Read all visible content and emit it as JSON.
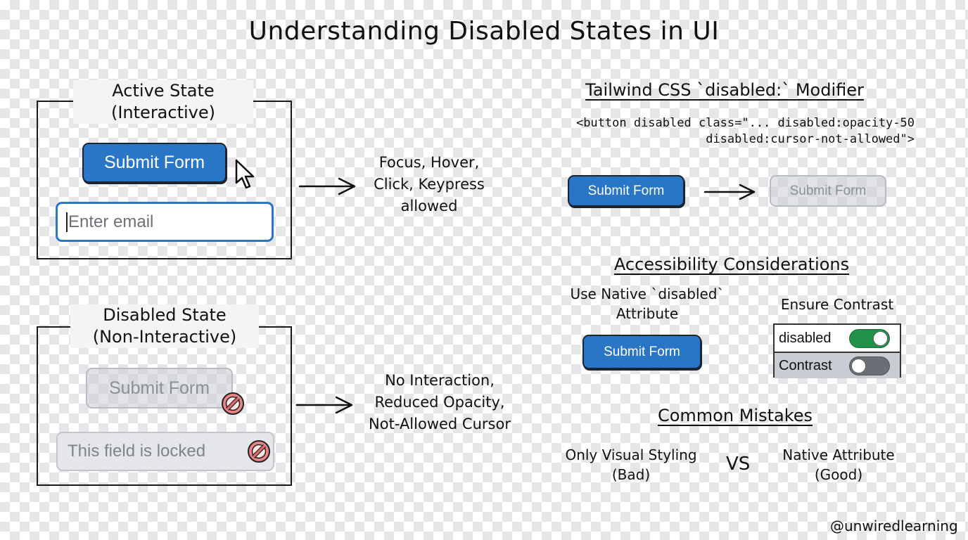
{
  "title": "Understanding Disabled States in UI",
  "active_panel": {
    "label_line1": "Active State",
    "label_line2": "(Interactive)",
    "button_label": "Submit Form",
    "input_placeholder": "Enter email",
    "cursor_icon": "arrow-cursor-icon",
    "arrow_note": [
      "Focus, Hover,",
      "Click, Keypress",
      "allowed"
    ]
  },
  "disabled_panel": {
    "label_line1": "Disabled State",
    "label_line2": "(Non-Interactive)",
    "button_label": "Submit Form",
    "input_value": "This field is locked",
    "blocked_icon": "not-allowed-icon",
    "arrow_note": [
      "No Interaction,",
      "Reduced Opacity,",
      "Not-Allowed Cursor"
    ]
  },
  "tailwind": {
    "heading": "Tailwind CSS `disabled:` Modifier",
    "code_line1": "<button disabled class=\"... disabled:opacity-50",
    "code_line2": "disabled:cursor-not-allowed\">",
    "before_label": "Submit Form",
    "after_label": "Submit Form"
  },
  "accessibility": {
    "heading": "Accessibility Considerations",
    "native_line1": "Use Native `disabled`",
    "native_line2": "Attribute",
    "button_label": "Submit Form",
    "contrast_heading": "Ensure Contrast",
    "toggles": [
      {
        "label": "disabled",
        "on": true,
        "color": "#22924a"
      },
      {
        "label": "Contrast",
        "on": false,
        "color": "#6b6f75"
      }
    ]
  },
  "mistakes": {
    "heading": "Common Mistakes",
    "left_line1": "Only Visual Styling",
    "left_line2": "(Bad)",
    "vs": "VS",
    "right_line1": "Native Attribute",
    "right_line2": "(Good)"
  },
  "handle": "@unwiredlearning",
  "colors": {
    "primary": "#2a76c6",
    "success": "#22924a",
    "danger": "#e06a6a"
  }
}
